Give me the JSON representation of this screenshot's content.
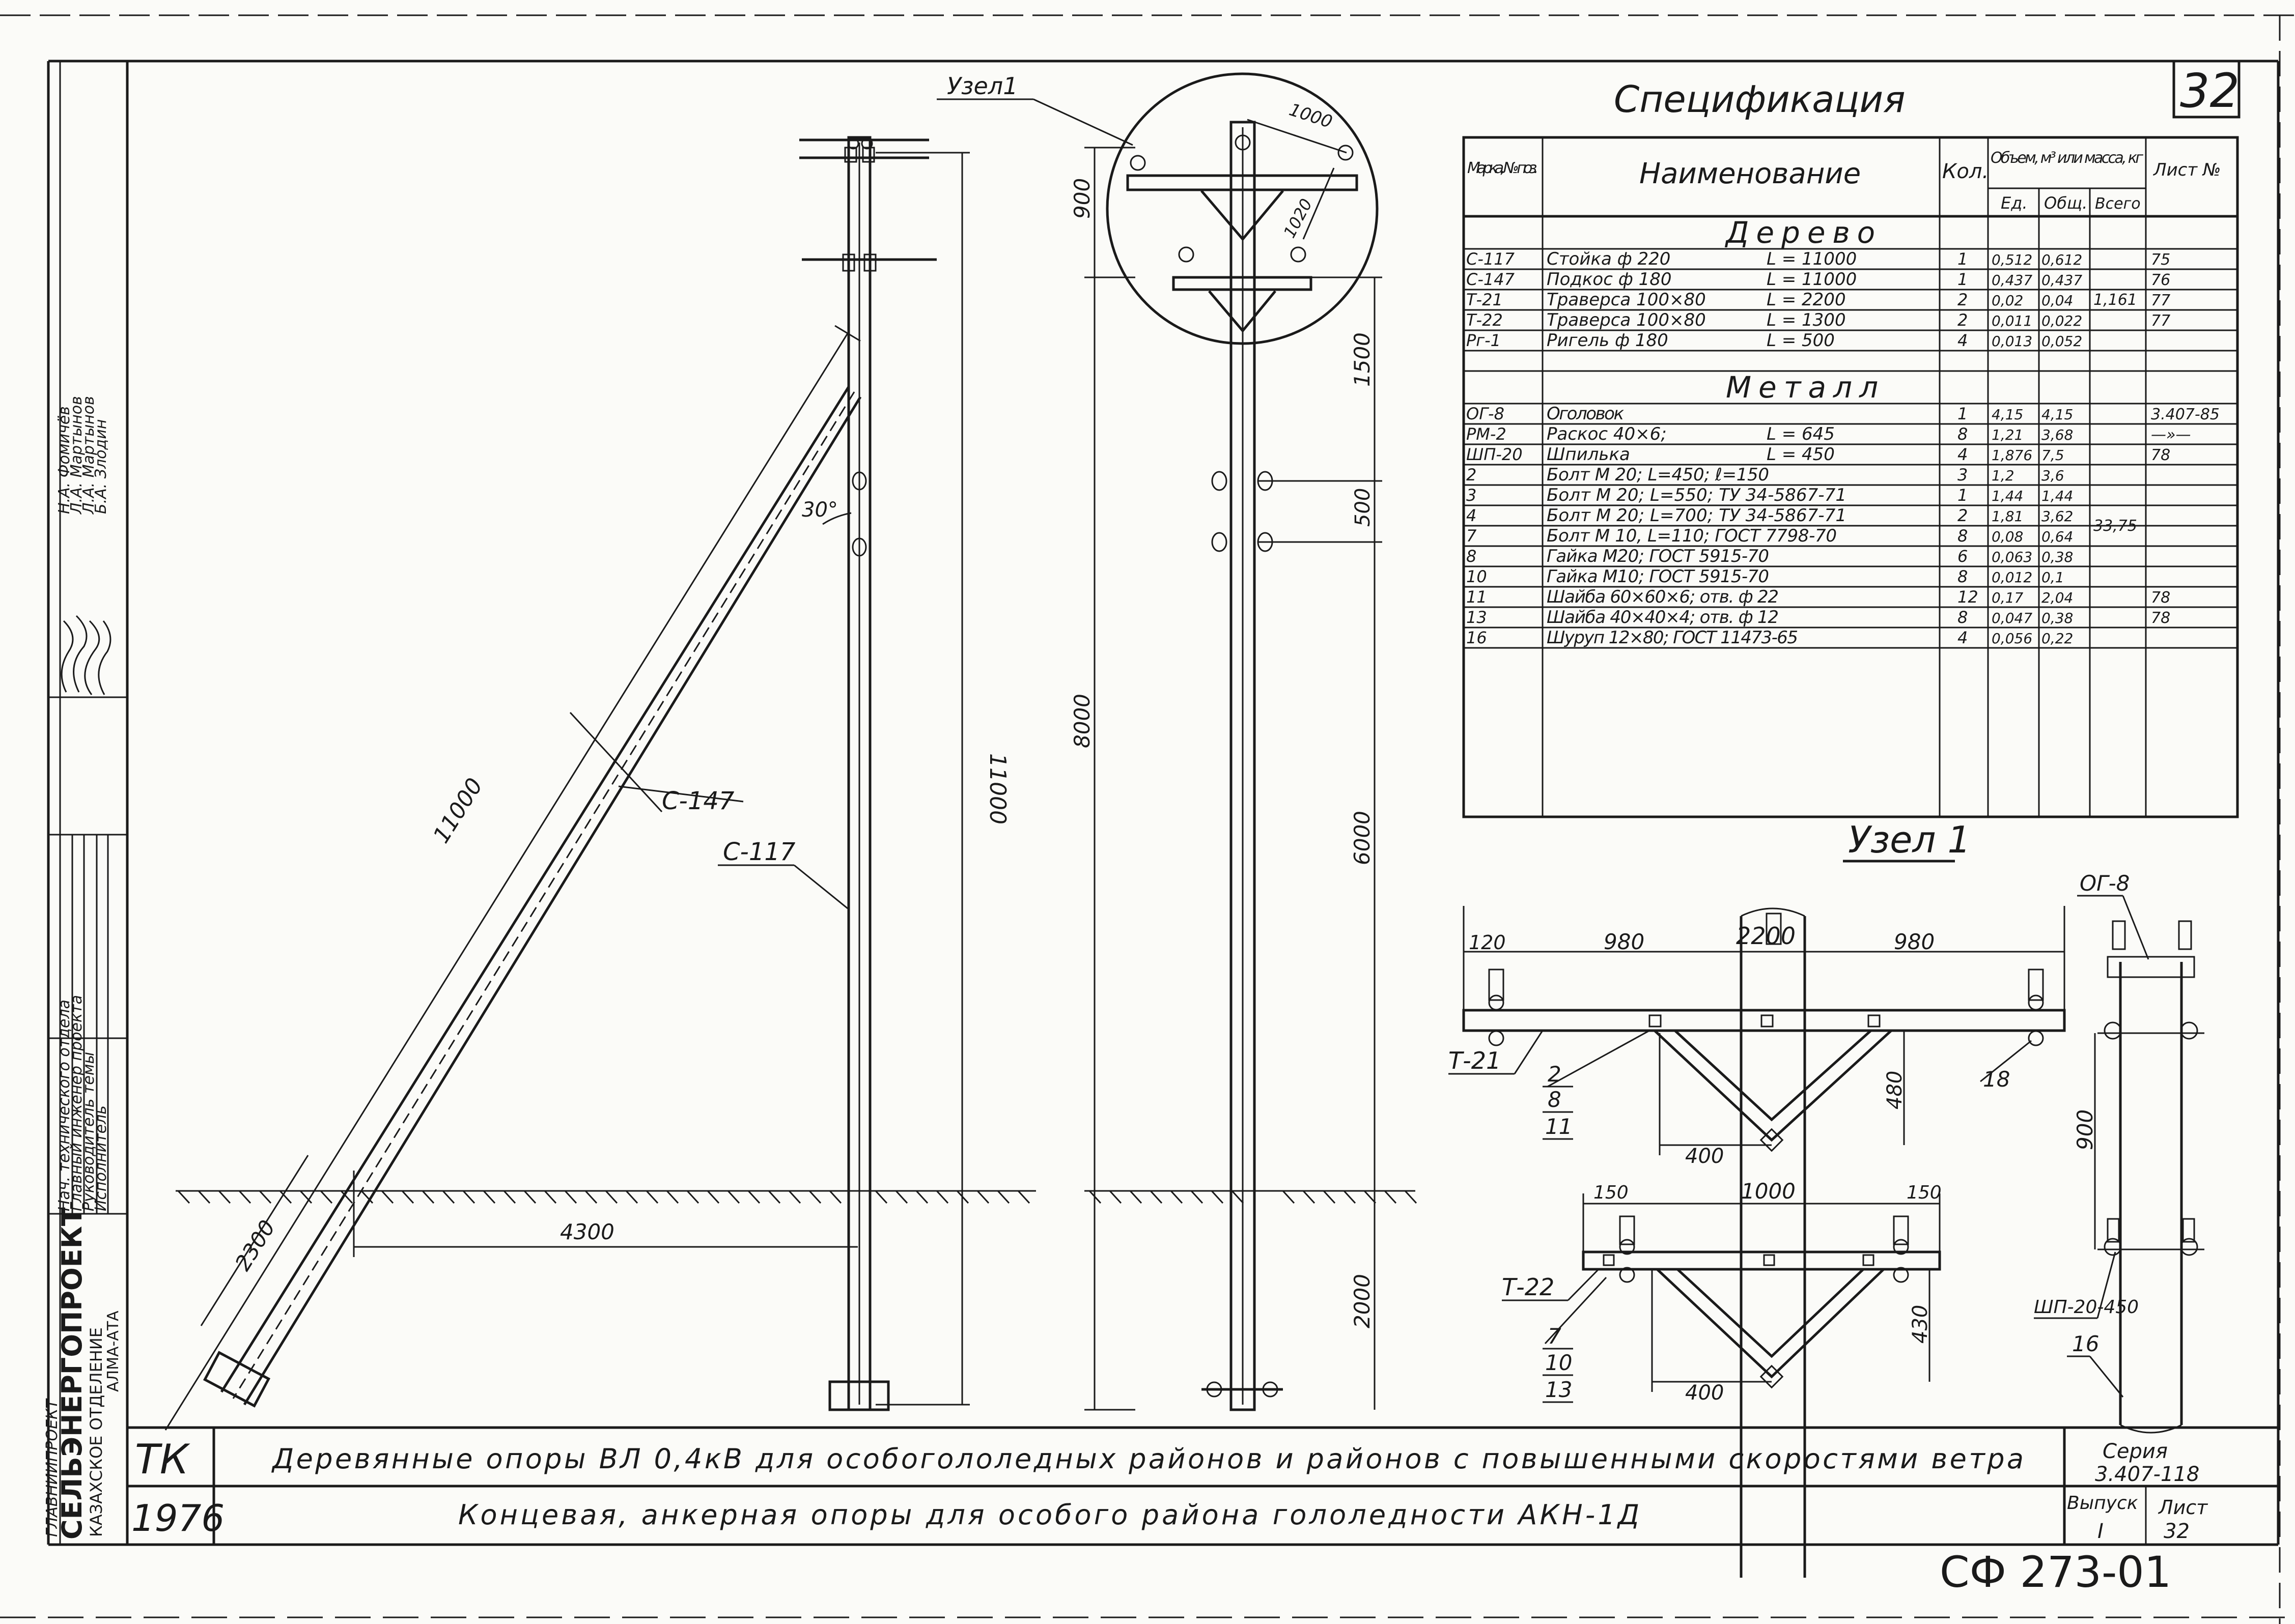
{
  "sheet": {
    "sheet_number": "32",
    "spec_title": "Спецификация",
    "node1_title": "Узел 1",
    "node1_callout": "Узел1"
  },
  "spec_table": {
    "headers": {
      "mark": "Марка, № поз.",
      "name": "Наименование",
      "qty": "Кол.",
      "volume": "Объем, м³ или масса, кг",
      "unit": "Ед.",
      "total": "Общ.",
      "all": "Всего",
      "sheet": "Лист №"
    },
    "sections": [
      {
        "title": "Дерево",
        "group_total": "1,161",
        "rows": [
          {
            "mark": "С-117",
            "name": "Стойка ф 220",
            "length": "L = 11000",
            "qty": "1",
            "unit": "0,512",
            "total": "0,612",
            "sheet": "75"
          },
          {
            "mark": "С-147",
            "name": "Подкос ф 180",
            "length": "L = 11000",
            "qty": "1",
            "unit": "0,437",
            "total": "0,437",
            "sheet": "76"
          },
          {
            "mark": "Т-21",
            "name": "Траверса 100×80",
            "length": "L = 2200",
            "qty": "2",
            "unit": "0,02",
            "total": "0,04",
            "sheet": "77"
          },
          {
            "mark": "Т-22",
            "name": "Траверса 100×80",
            "length": "L = 1300",
            "qty": "2",
            "unit": "0,011",
            "total": "0,022",
            "sheet": "77"
          },
          {
            "mark": "Рг-1",
            "name": "Ригель ф 180",
            "length": "L = 500",
            "qty": "4",
            "unit": "0,013",
            "total": "0,052",
            "sheet": ""
          }
        ]
      },
      {
        "title": "Металл",
        "group_total": "33,75",
        "rows": [
          {
            "mark": "ОГ-8",
            "name": "Оголовок",
            "length": "",
            "qty": "1",
            "unit": "4,15",
            "total": "4,15",
            "sheet": "3.407-85"
          },
          {
            "mark": "РМ-2",
            "name": "Раскос 40×6;",
            "length": "L = 645",
            "qty": "8",
            "unit": "1,21",
            "total": "3,68",
            "sheet": "—»—"
          },
          {
            "mark": "ШП-20",
            "name": "Шпилька",
            "length": "L = 450",
            "qty": "4",
            "unit": "1,876",
            "total": "7,5",
            "sheet": "78"
          },
          {
            "mark": "2",
            "name": "Болт М 20; L=450; ℓ=150",
            "length": "",
            "qty": "3",
            "unit": "1,2",
            "total": "3,6",
            "sheet": ""
          },
          {
            "mark": "3",
            "name": "Болт М 20; L=550; ТУ 34-5867-71",
            "length": "",
            "qty": "1",
            "unit": "1,44",
            "total": "1,44",
            "sheet": ""
          },
          {
            "mark": "4",
            "name": "Болт М 20; L=700; ТУ 34-5867-71",
            "length": "",
            "qty": "2",
            "unit": "1,81",
            "total": "3,62",
            "sheet": ""
          },
          {
            "mark": "7",
            "name": "Болт М 10, L=110; ГОСТ 7798-70",
            "length": "",
            "qty": "8",
            "unit": "0,08",
            "total": "0,64",
            "sheet": ""
          },
          {
            "mark": "8",
            "name": "Гайка М20; ГОСТ 5915-70",
            "length": "",
            "qty": "6",
            "unit": "0,063",
            "total": "0,38",
            "sheet": ""
          },
          {
            "mark": "10",
            "name": "Гайка М10; ГОСТ 5915-70",
            "length": "",
            "qty": "8",
            "unit": "0,012",
            "total": "0,1",
            "sheet": ""
          },
          {
            "mark": "11",
            "name": "Шайба 60×60×6; отв. ф 22",
            "length": "",
            "qty": "12",
            "unit": "0,17",
            "total": "2,04",
            "sheet": "78"
          },
          {
            "mark": "13",
            "name": "Шайба 40×40×4; отв. ф 12",
            "length": "",
            "qty": "8",
            "unit": "0,047",
            "total": "0,38",
            "sheet": "78"
          },
          {
            "mark": "16",
            "name": "Шуруп 12×80; ГОСТ 11473-65",
            "length": "",
            "qty": "4",
            "unit": "0,056",
            "total": "0,22",
            "sheet": ""
          }
        ]
      }
    ]
  },
  "side_view": {
    "dim_11000_top": "11000",
    "dim_brace": "11000",
    "dim_2300": "2300",
    "dim_4300": "4300",
    "angle": "30°",
    "label_c147": "С-147",
    "label_c117": "С-117"
  },
  "front_view": {
    "dim_900": "900",
    "dim_1500": "1500",
    "dim_500": "500",
    "dim_8000": "8000",
    "dim_6000": "6000",
    "dim_2000": "2000",
    "dim_1000": "1000",
    "dim_1020": "1020"
  },
  "node_detail": {
    "dim_2200": "2200",
    "dim_120": "120",
    "dim_980_left": "980",
    "dim_980_right": "980",
    "dim_480": "480",
    "dim_400_top": "400",
    "dim_150_left": "150",
    "dim_1000": "1000",
    "dim_150_right": "150",
    "dim_430": "430",
    "dim_400_bottom": "400",
    "dim_900": "900",
    "t21": "Т-21",
    "t22": "Т-22",
    "pos_2": "2",
    "pos_8": "8",
    "pos_11": "11",
    "pos_18": "18",
    "pos_7": "7",
    "pos_10": "10",
    "pos_13": "13",
    "og8": "ОГ-8",
    "shp": "ШП-20-450",
    "pos_16": "16"
  },
  "title_block": {
    "org_ministry": "ГЛАВНИИПРОЕКТ",
    "org_name": "СЕЛЬЭНЕРГОПРОЕКТ",
    "org_branch": "КАЗАХСКОЕ ОТДЕЛЕНИЕ",
    "org_city": "АЛМА-АТА",
    "roles": [
      "Нач. технического отдела",
      "Главный инженер проекта",
      "Руководитель темы",
      "Исполнитель"
    ],
    "names": [
      "Н.А. Фомичёв",
      "Л.А. Мартынов",
      "Л.А. Мартынов",
      "Б.А. Злодин"
    ],
    "code": "ТК",
    "year": "1976",
    "title_line1": "Деревянные опоры ВЛ 0,4кВ для особогололедных районов и районов с повышенными скоростями ветра",
    "title_line2": "Концевая, анкерная опоры для особого района гололедности АКН-1Д",
    "series_label": "Серия",
    "series_value": "3.407-118",
    "issue_label": "Выпуск",
    "issue_value": "I",
    "sheet_label": "Лист",
    "sheet_value": "32",
    "stamp": "СФ 273-01"
  }
}
